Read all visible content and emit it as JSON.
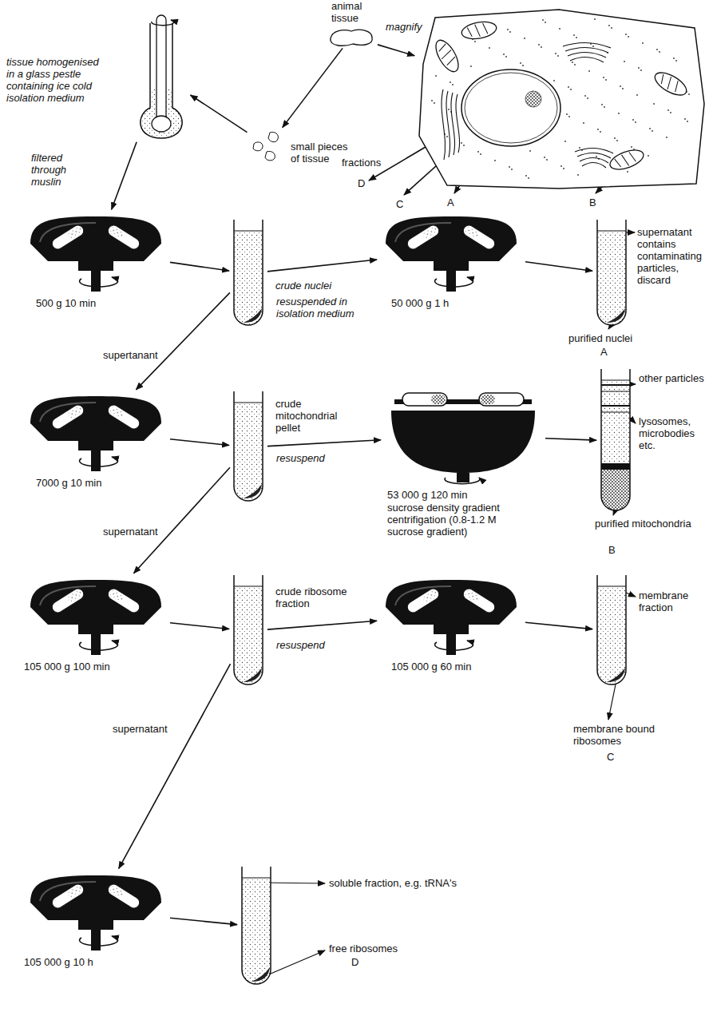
{
  "diagram": {
    "nodes": [
      {
        "text": [
          "animal tissue"
        ]
      },
      {
        "text": [
          "fractions",
          "D",
          "C",
          "A",
          "B"
        ]
      },
      {
        "text": [
          "small pieces of tissue"
        ]
      },
      {
        "text": [
          "tissue homogenised in a glass pestle containing ice cold isolation medium"
        ]
      },
      {
        "text": [
          "500 g 10 min"
        ]
      },
      {
        "text": [
          "crude nuclei"
        ]
      },
      {
        "text": [
          "50 000 g 1 h"
        ]
      },
      {
        "text": [
          "supernatant contains contaminating particles, discard",
          "purified nuclei",
          "A"
        ]
      },
      {
        "text": [
          "7000 g 10 min"
        ]
      },
      {
        "text": [
          "crude mitochondrial pellet"
        ]
      },
      {
        "text": [
          "53 000 g 120 min",
          "sucrose density gradient centrifigation (0.8-1.2 M sucrose gradient)"
        ]
      },
      {
        "text": [
          "other particles",
          "lysosomes, microbodies etc.",
          "purified mitochondria",
          "B"
        ]
      },
      {
        "text": [
          "105 000 g 100 min"
        ]
      },
      {
        "text": [
          "crude ribosome fraction"
        ]
      },
      {
        "text": [
          "105 000 g 60 min"
        ]
      },
      {
        "text": [
          "membrane fraction",
          "membrane bound ribosomes",
          "C"
        ]
      },
      {
        "text": [
          "105 000 g 10 h"
        ]
      },
      {
        "text": [
          "soluble fraction, e.g. tRNA's",
          "free ribosomes",
          "D"
        ]
      }
    ],
    "edges": [
      {
        "from": 0,
        "to": 1,
        "arrow": "to",
        "label": "magnify"
      },
      {
        "from": 0,
        "to": 2,
        "arrow": "to"
      },
      {
        "from": 2,
        "to": 3,
        "arrow": "to"
      },
      {
        "from": 3,
        "to": 4,
        "arrow": "to",
        "label": "filtered through muslin"
      },
      {
        "from": 4,
        "to": 5,
        "arrow": "to"
      },
      {
        "from": 5,
        "to": 6,
        "arrow": "to",
        "label": "resuspended in isolation medium"
      },
      {
        "from": 6,
        "to": 7,
        "arrow": "to"
      },
      {
        "from": 5,
        "to": 8,
        "arrow": "to",
        "label": "supertanant"
      },
      {
        "from": 8,
        "to": 9,
        "arrow": "to"
      },
      {
        "from": 9,
        "to": 10,
        "arrow": "to",
        "label": "resuspend"
      },
      {
        "from": 10,
        "to": 11,
        "arrow": "to"
      },
      {
        "from": 9,
        "to": 12,
        "arrow": "to",
        "label": "supernatant"
      },
      {
        "from": 12,
        "to": 13,
        "arrow": "to"
      },
      {
        "from": 13,
        "to": 14,
        "arrow": "to",
        "label": "resuspend"
      },
      {
        "from": 14,
        "to": 15,
        "arrow": "to"
      },
      {
        "from": 13,
        "to": 16,
        "arrow": "to",
        "label": "supernatant"
      },
      {
        "from": 16,
        "to": 17,
        "arrow": "to"
      }
    ]
  }
}
